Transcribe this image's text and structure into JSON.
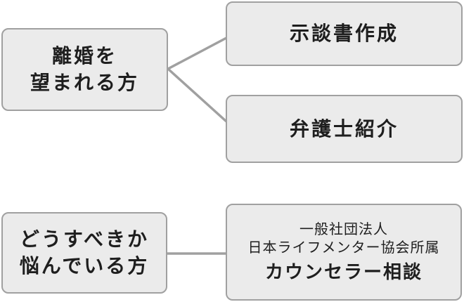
{
  "diagram": {
    "title": "divorce-consultation-flow",
    "colors": {
      "background": "#ffffff",
      "box_fill": "#ebebeb",
      "box_border": "#a0a0a0",
      "connector": "#a0a0a0",
      "text": "#1e1e1e"
    },
    "nodes": {
      "divorce_wish": {
        "lines": [
          "離婚を",
          "望まれる方"
        ]
      },
      "settlement": {
        "label": "示談書作成"
      },
      "lawyer": {
        "label": "弁護士紹介"
      },
      "worried": {
        "lines": [
          "どうすべきか",
          "悩んでいる方"
        ]
      },
      "counselor": {
        "lines": [
          "一般社団法人",
          "日本ライフメンター協会所属",
          "カウンセラー相談"
        ]
      }
    },
    "connections": [
      {
        "from": "divorce_wish",
        "to": "settlement"
      },
      {
        "from": "divorce_wish",
        "to": "lawyer"
      },
      {
        "from": "worried",
        "to": "counselor"
      }
    ]
  }
}
